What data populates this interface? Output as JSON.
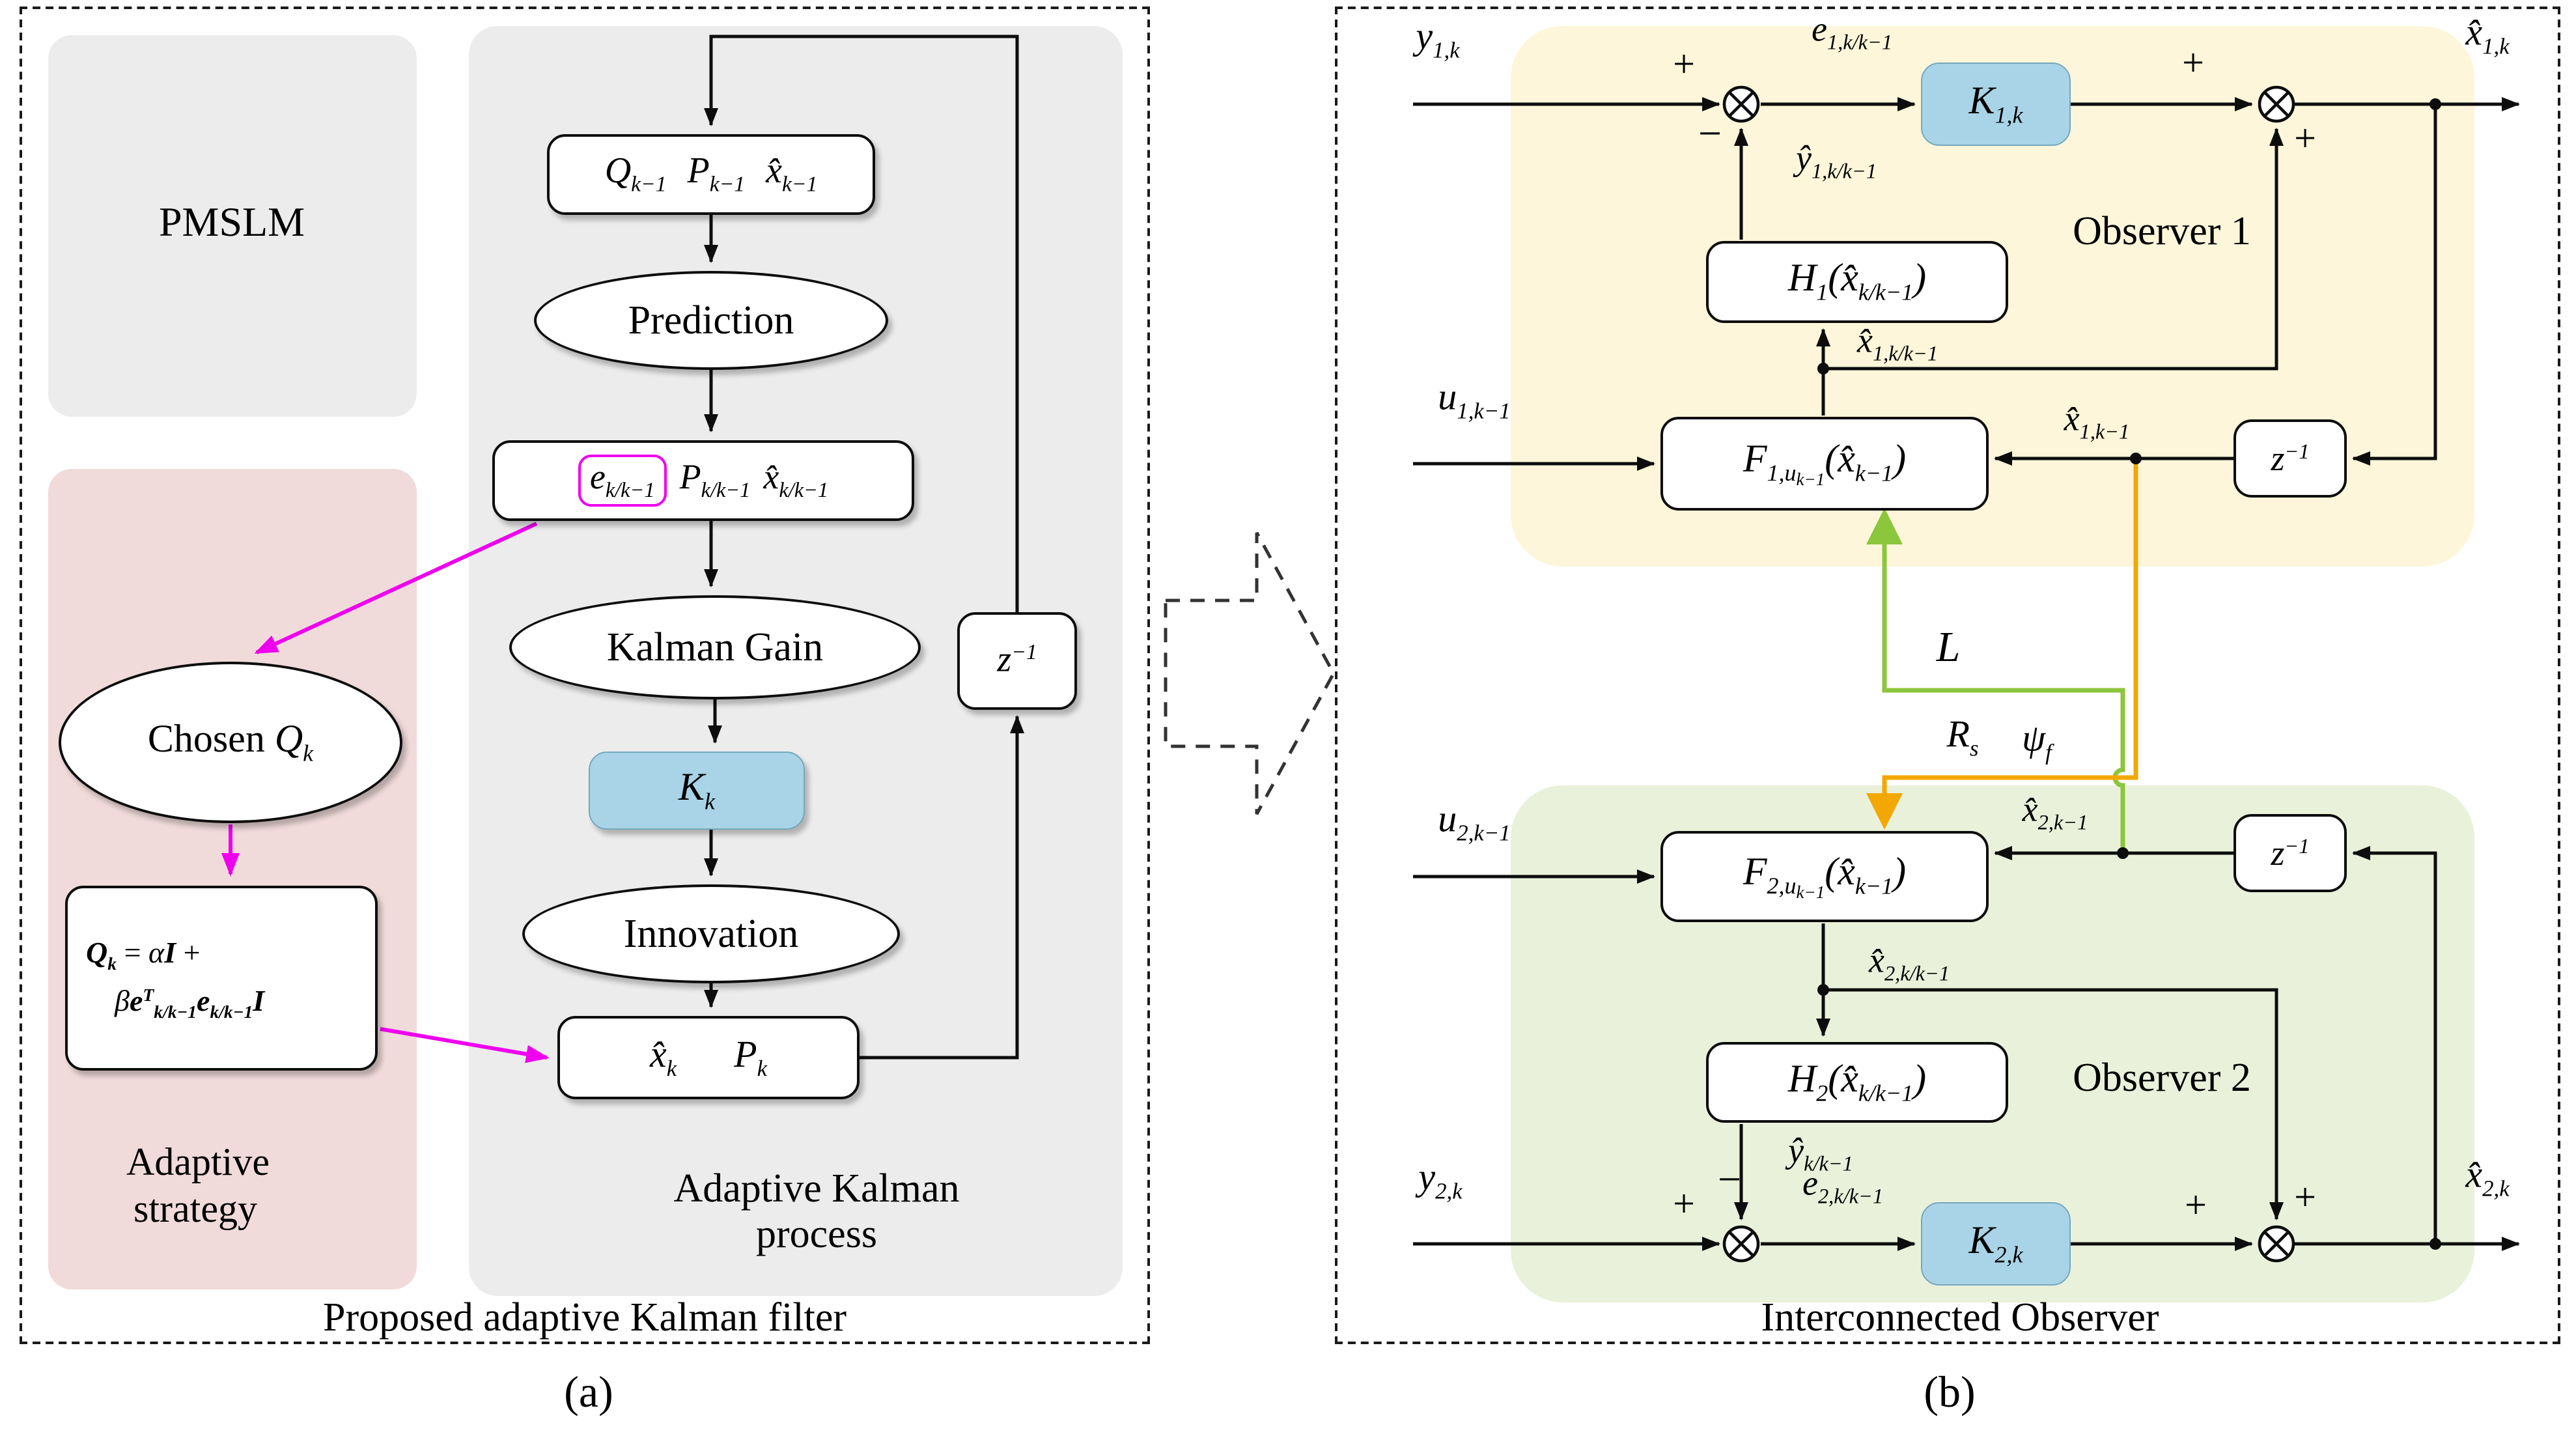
{
  "signs": {
    "plus": "+",
    "minus": "−"
  },
  "panel_a": {
    "caption": "(a)",
    "footer": "Proposed adaptive Kalman filter",
    "pmslm_label": "PMSLM",
    "strategy": {
      "label_line1": "Adaptive",
      "label_line2": "strategy",
      "chosen": {
        "text": "Chosen ",
        "base": "Q",
        "sub": "k"
      },
      "formula": {
        "Q": "Q",
        "Q_sub": "k",
        "eq": " = ",
        "alpha": "α",
        "I1": "I",
        "plus": " +",
        "beta": "β",
        "e1": "e",
        "e1_sup": "T",
        "e1_sub": "k/k−1",
        "e2": "e",
        "e2_sub": "k/k−1",
        "I2": "I"
      }
    },
    "process": {
      "label_line1": "Adaptive Kalman",
      "label_line2": "process",
      "top_box": {
        "q": "Q",
        "q_sub": "k−1",
        "p": "P",
        "p_sub": "k−1",
        "x": "x̂",
        "x_sub": "k−1"
      },
      "prediction": "Prediction",
      "mid_box": {
        "e": "e",
        "e_sub": "k/k−1",
        "p": "P",
        "p_sub": "k/k−1",
        "x": "x̂",
        "x_sub": "k/k−1"
      },
      "kalman_gain": "Kalman Gain",
      "gain": {
        "base": "K",
        "sub": "k"
      },
      "innovation": "Innovation",
      "out_box": {
        "x": "x̂",
        "x_sub": "k",
        "p": "P",
        "p_sub": "k"
      },
      "delay": {
        "base": "z",
        "sup": "−1"
      }
    }
  },
  "interconnect": {
    "L": "L",
    "Rs": {
      "base": "R",
      "sub": "s"
    },
    "psi": {
      "base": "ψ",
      "sub": "f"
    }
  },
  "panel_b": {
    "caption": "(b)",
    "footer": "Interconnected Observer",
    "observer1": {
      "title": "Observer 1",
      "y_in": {
        "base": "y",
        "sub": "1,k"
      },
      "e": {
        "base": "e",
        "sub": "1,k/k−1"
      },
      "gain": {
        "base": "K",
        "sub": "1,k"
      },
      "x_out": {
        "base": "x̂",
        "sub": "1,k"
      },
      "y_hat": {
        "base": "ŷ",
        "sub": "1,k/k−1"
      },
      "x_pred": {
        "base": "x̂",
        "sub": "1,k/k−1"
      },
      "u_in": {
        "base": "u",
        "sub": "1,k−1"
      },
      "x_prev": {
        "base": "x̂",
        "sub": "1,k−1"
      },
      "h_block": {
        "base": "H",
        "sub": "1",
        "open": "(",
        "x": "x̂",
        "x_sub": "k/k−1",
        "close": ")"
      },
      "f_block": {
        "base": "F",
        "sub": "1,u",
        "sub_sub": "k−1",
        "open": "(",
        "x": "x̂",
        "x_sub": "k−1",
        "close": ")"
      },
      "delay": {
        "base": "z",
        "sup": "−1"
      }
    },
    "observer2": {
      "title": "Observer 2",
      "y_in": {
        "base": "y",
        "sub": "2,k"
      },
      "e": {
        "base": "e",
        "sub": "2,k/k−1"
      },
      "gain": {
        "base": "K",
        "sub": "2,k"
      },
      "x_out": {
        "base": "x̂",
        "sub": "2,k"
      },
      "y_hat": {
        "base": "ŷ",
        "sub": "k/k−1"
      },
      "x_pred": {
        "base": "x̂",
        "sub": "2,k/k−1"
      },
      "u_in": {
        "base": "u",
        "sub": "2,k−1"
      },
      "x_prev": {
        "base": "x̂",
        "sub": "2,k−1"
      },
      "h_block": {
        "base": "H",
        "sub": "2",
        "open": "(",
        "x": "x̂",
        "x_sub": "k/k−1",
        "close": ")"
      },
      "f_block": {
        "base": "F",
        "sub": "2,u",
        "sub_sub": "k−1",
        "open": "(",
        "x": "x̂",
        "x_sub": "k−1",
        "close": ")"
      },
      "delay": {
        "base": "z",
        "sup": "−1"
      }
    }
  }
}
